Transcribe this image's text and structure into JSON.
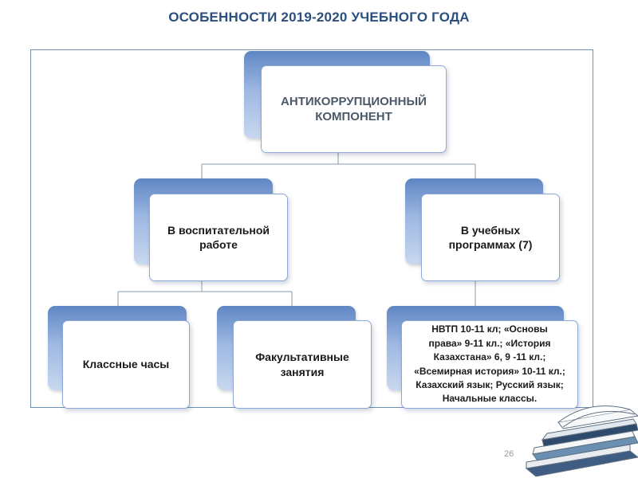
{
  "header": {
    "title": "ОСОБЕННОСТИ 2019-2020 УЧЕБНОГО ГОДА"
  },
  "diagram": {
    "root": {
      "label": "АНТИКОРРУПЦИОННЫЙ\nКОМПОНЕНТ"
    },
    "left_branch": {
      "label": "В воспитательной\nработе"
    },
    "right_branch": {
      "label": "В учебных\nпрограммах (7)"
    },
    "left_children": [
      {
        "label": "Классные часы"
      },
      {
        "label": "Факультативные\nзанятия"
      }
    ],
    "right_children": [
      {
        "label": "НВТП 10-11 кл; «Основы\nправа» 9-11 кл.; «История\nКазахстана» 6, 9 -11 кл.;\n«Всемирная история» 10-11 кл.;\nКазахский язык; Русский язык;\nНачальные классы."
      }
    ]
  },
  "footer": {
    "slide_number": "26"
  },
  "colors": {
    "title": "#2b4f7e",
    "tab": "#7c9fd6",
    "box_border": "#8ea8d6",
    "frame": "#6f8fb0"
  },
  "icons": [
    "stacked-books-icon"
  ]
}
